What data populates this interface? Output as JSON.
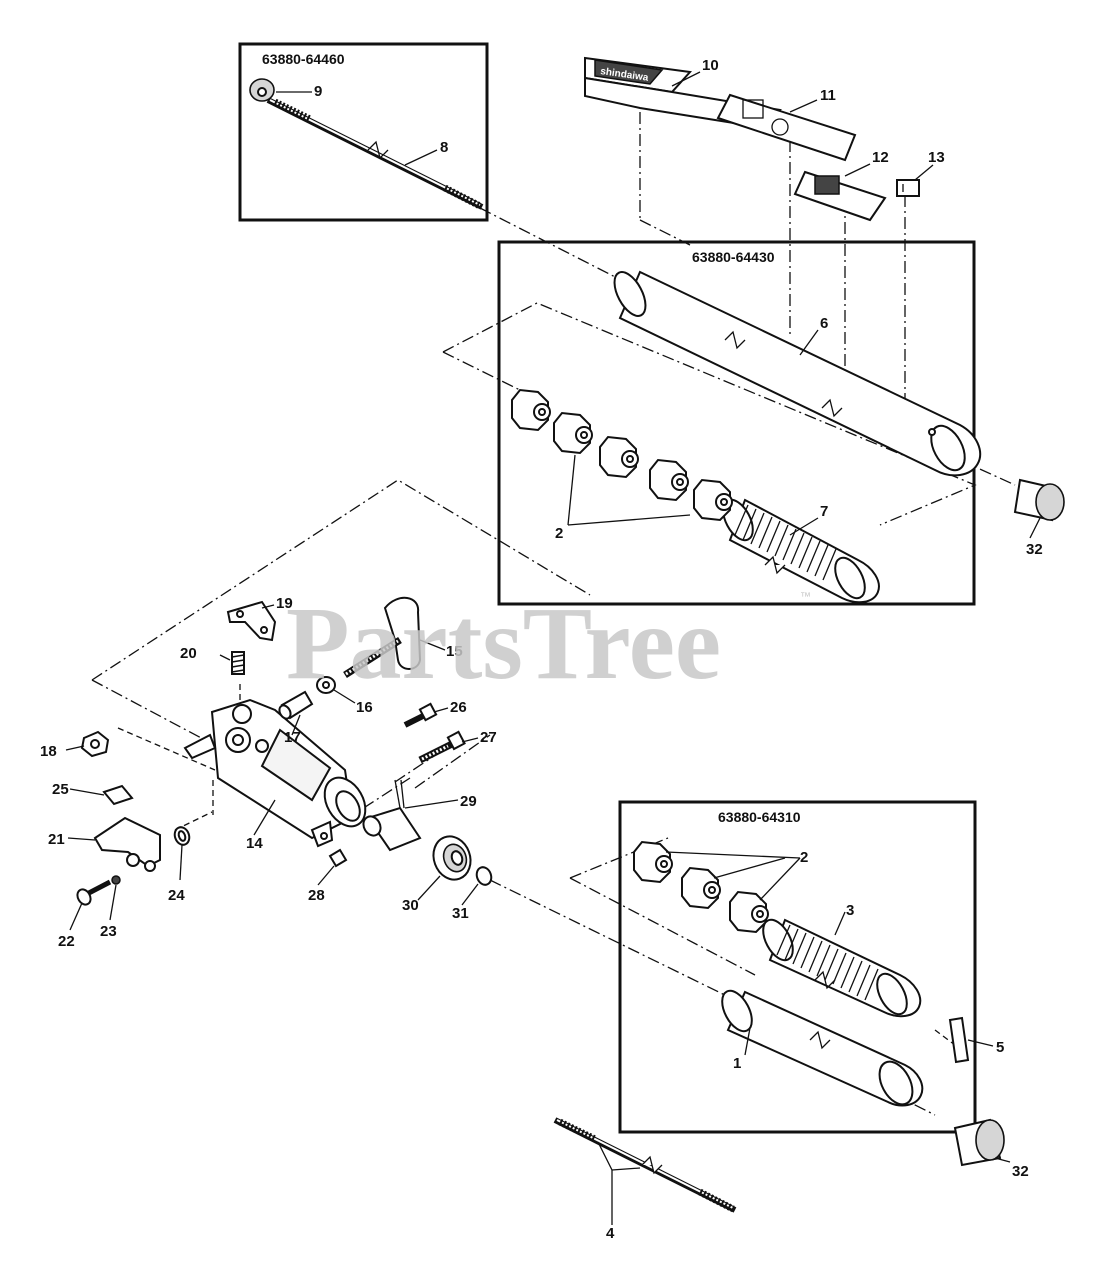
{
  "watermark": {
    "text": "PartsTree",
    "trademark": "™"
  },
  "kits": [
    {
      "id": "kit-a",
      "number": "63880-64460"
    },
    {
      "id": "kit-b",
      "number": "63880-64430"
    },
    {
      "id": "kit-c",
      "number": "63880-64310"
    }
  ],
  "callouts": {
    "c1": "1",
    "c2a": "2",
    "c2b": "2",
    "c3": "3",
    "c4": "4",
    "c5": "5",
    "c6": "6",
    "c7": "7",
    "c8": "8",
    "c9": "9",
    "c10": "10",
    "c11": "11",
    "c12": "12",
    "c13": "13",
    "c14": "14",
    "c15": "15",
    "c16": "16",
    "c17": "17",
    "c18": "18",
    "c19": "19",
    "c20": "20",
    "c21": "21",
    "c22": "22",
    "c23": "23",
    "c24": "24",
    "c25": "25",
    "c26": "26",
    "c27": "27",
    "c28": "28",
    "c29": "29",
    "c30": "30",
    "c31": "31",
    "c32a": "32",
    "c32b": "32"
  },
  "decal": {
    "brand_text": "shindaiwa"
  },
  "colors": {
    "ink": "#111111",
    "watermark": "#c8c8c8",
    "background": "#ffffff"
  }
}
